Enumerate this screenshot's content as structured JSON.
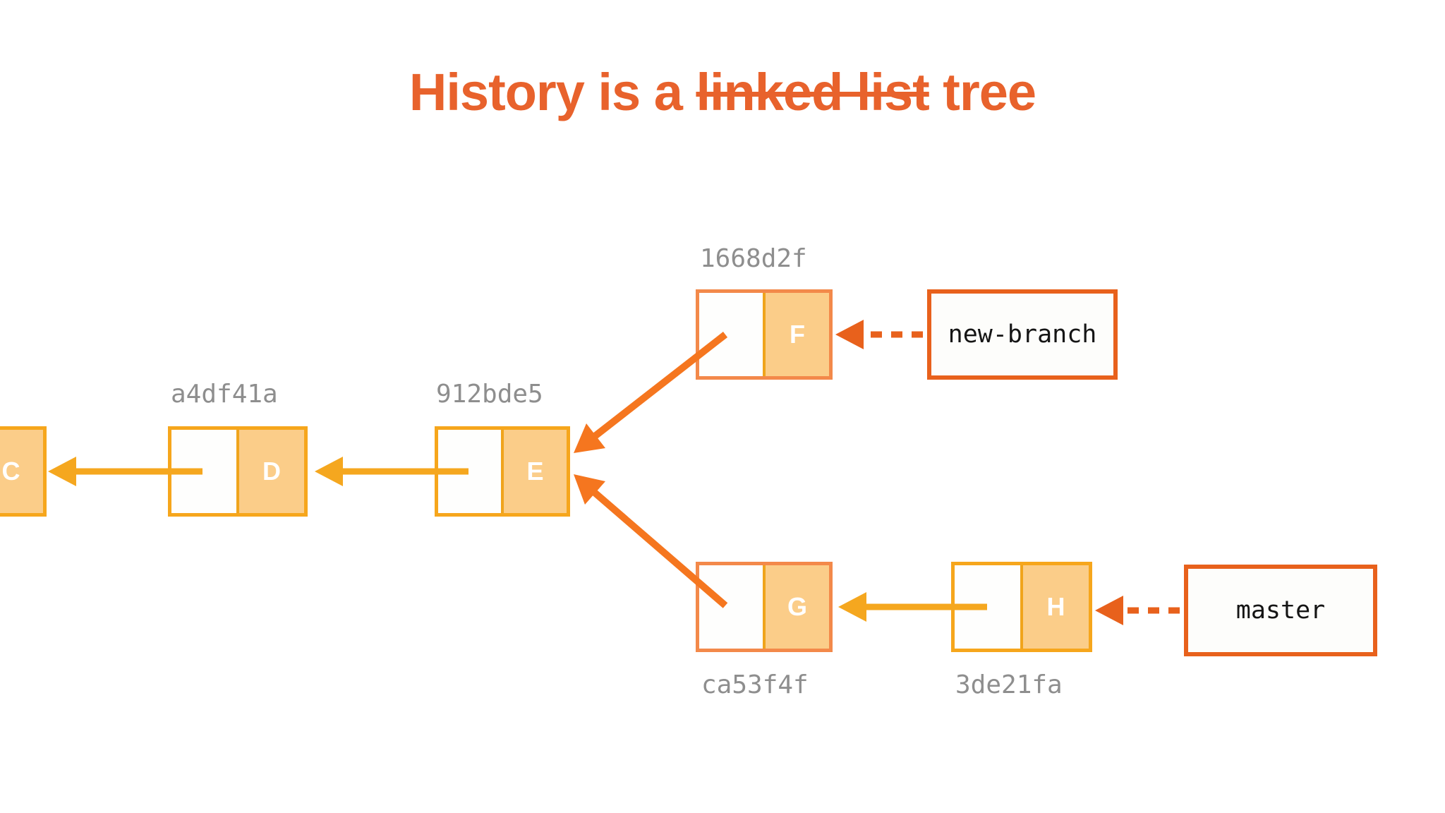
{
  "title": {
    "text_before": "History is a ",
    "struck_text": "linked list",
    "text_after": " tree"
  },
  "commits": {
    "c": {
      "letter": "C",
      "hash": ""
    },
    "d": {
      "letter": "D",
      "hash": "a4df41a"
    },
    "e": {
      "letter": "E",
      "hash": "912bde5"
    },
    "f": {
      "letter": "F",
      "hash": "1668d2f"
    },
    "g": {
      "letter": "G",
      "hash": "ca53f4f"
    },
    "h": {
      "letter": "H",
      "hash": "3de21fa"
    }
  },
  "branches": {
    "new_branch": {
      "label": "new-branch"
    },
    "master": {
      "label": "master"
    }
  },
  "colors": {
    "background": "#FFFFFF",
    "title_text": "#E8622C",
    "commit_border": "#F6A61C",
    "merge_source_border": "#F3894A",
    "data_cell_fill": "#FBCD89",
    "cell_divider": "#F0A41C",
    "commit_letter": "#FFFFFF",
    "hash_text": "#8E8E8E",
    "solid_arrow": "#F5A71F",
    "diagonal_arrow": "#F5761F",
    "dashed_arrow": "#E8611C",
    "branch_box_border": "#E8611C",
    "branch_text": "#151515"
  }
}
